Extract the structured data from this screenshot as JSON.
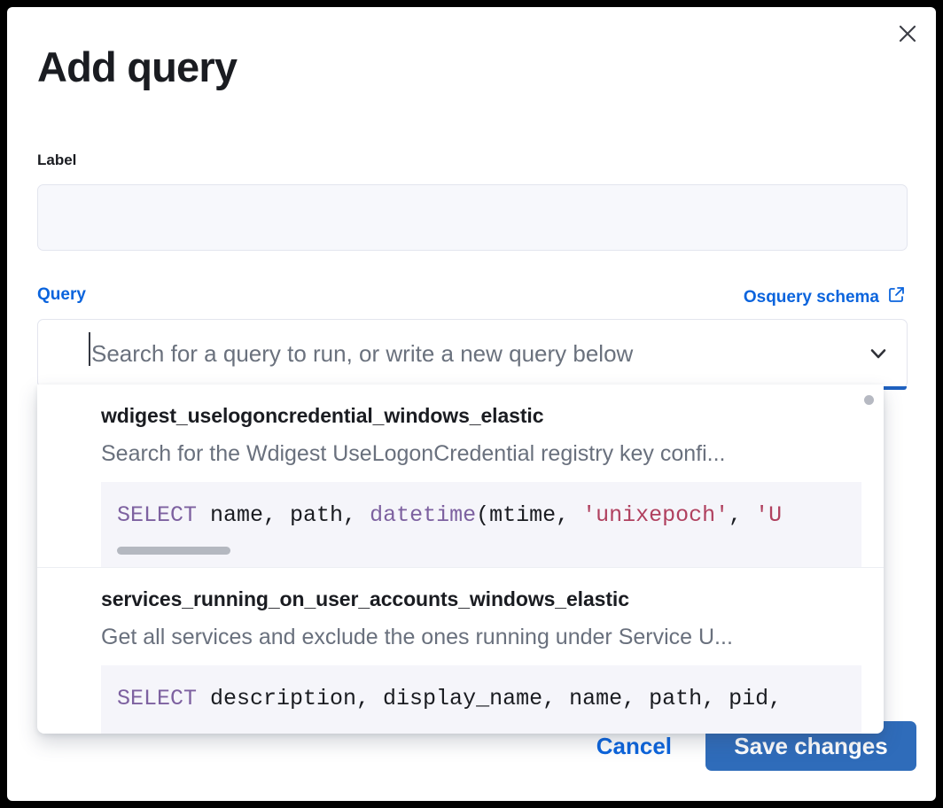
{
  "modal": {
    "title": "Add query",
    "close_icon": "close-icon"
  },
  "label_field": {
    "label": "Label",
    "value": "",
    "placeholder": ""
  },
  "query_field": {
    "label": "Query",
    "schema_link_text": "Osquery schema",
    "schema_link_icon": "external-link-icon",
    "search_value": "",
    "search_placeholder": "Search for a query to run, or write a new query below",
    "chevron_icon": "chevron-down-icon"
  },
  "dropdown": {
    "options": [
      {
        "title": "wdigest_uselogoncredential_windows_elastic",
        "description": "Search for the Wdigest UseLogonCredential registry key confi...",
        "code_parts": [
          {
            "text": "SELECT",
            "type": "keyword"
          },
          {
            "text": " name, path, ",
            "type": "plain"
          },
          {
            "text": "datetime",
            "type": "function"
          },
          {
            "text": "(mtime, ",
            "type": "plain"
          },
          {
            "text": "'unixepoch'",
            "type": "string"
          },
          {
            "text": ", ",
            "type": "plain"
          },
          {
            "text": "'U",
            "type": "string"
          }
        ],
        "has_scrollbar": true
      },
      {
        "title": "services_running_on_user_accounts_windows_elastic",
        "description": "Get all services and exclude the ones running under Service U...",
        "code_parts": [
          {
            "text": "SELECT",
            "type": "keyword"
          },
          {
            "text": " description, display_name, name, path, pid,",
            "type": "plain"
          }
        ],
        "has_scrollbar": false
      }
    ]
  },
  "footer": {
    "cancel_label": "Cancel",
    "save_label": "Save changes"
  },
  "colors": {
    "accent_blue": "#0b64dd",
    "primary_button": "#2f6cba",
    "focus_bar": "#1f61c0",
    "sql_keyword": "#7d61a0",
    "sql_string": "#b0415f",
    "code_bg": "#f5f5fa",
    "input_bg": "#f7f8fc"
  }
}
